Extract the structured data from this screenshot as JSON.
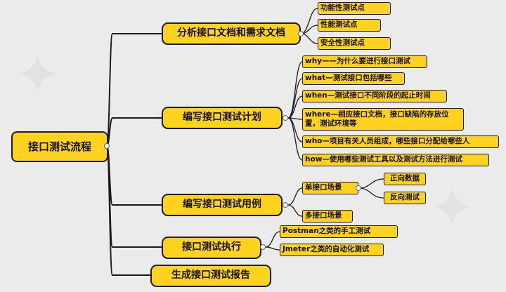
{
  "diagram": {
    "root": "接口测试流程",
    "branches": [
      {
        "label": "分析接口文档和需求文档",
        "children": [
          {
            "label": "功能性测试点"
          },
          {
            "label": "性能测试点"
          },
          {
            "label": "安全性测试点"
          }
        ]
      },
      {
        "label": "编写接口测试计划",
        "children": [
          {
            "label": "why——为什么要进行接口测试"
          },
          {
            "label": "what—测试接口包括哪些"
          },
          {
            "label": "when—测试接口不同阶段的起止时间"
          },
          {
            "label": "where—相应接口文档，接口缺陷的存放位置，测试环境等"
          },
          {
            "label": "who—项目有关人员组成，哪些接口分配给哪些人"
          },
          {
            "label": "how—使用哪些测试工具以及测试方法进行测试"
          }
        ]
      },
      {
        "label": "编写接口测试用例",
        "children": [
          {
            "label": "单接口场景",
            "children": [
              {
                "label": "正向数据"
              },
              {
                "label": "反向测试"
              }
            ]
          },
          {
            "label": "多接口场景"
          }
        ]
      },
      {
        "label": "接口测试执行",
        "children": [
          {
            "label": "Postman之类的手工测试"
          },
          {
            "label": "Jmeter之类的自动化测试"
          }
        ]
      },
      {
        "label": "生成接口测试报告",
        "children": []
      }
    ]
  },
  "colors": {
    "node_fill": "#ffd21f",
    "node_border": "#1a1a1a",
    "link": "#1a1a1a",
    "background": "#ebebeb"
  }
}
